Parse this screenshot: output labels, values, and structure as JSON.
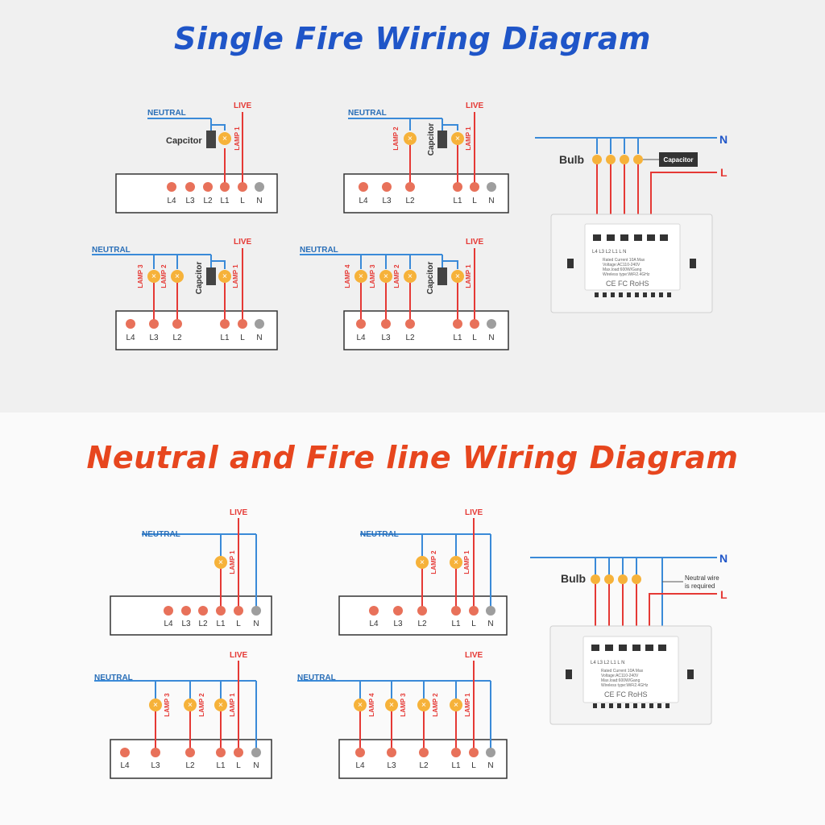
{
  "titles": {
    "single_fire": "Single Fire Wiring Diagram",
    "neutral_fire": "Neutral and Fire line Wiring Diagram"
  },
  "labels": {
    "neutral": "NEUTRAL",
    "live": "LIVE",
    "capacitor_typo": "Capcitor",
    "capacitor": "Capcitor",
    "capacitor_box": "Capacitor",
    "bulb": "Bulb",
    "n": "N",
    "l": "L",
    "neutral_required_line1": "Neutral wire",
    "neutral_required_line2": "is required"
  },
  "terminals": [
    "L4",
    "L3",
    "L2",
    "L1",
    "L",
    "N"
  ],
  "lamps": [
    "LAMP 1",
    "LAMP 2",
    "LAMP 3",
    "LAMP 4"
  ],
  "spec": {
    "terminal_row": "L4  L3  L2  L1  L  N",
    "line1": "Rated Current 10A Max",
    "line2": "Voltage:AC110-240V",
    "line3": "Max.load:600W/Gang",
    "line4": "Wireless type:WiFi2.4GHz",
    "marks": "CE FC RoHS"
  },
  "colors": {
    "blue_title": "#1f55c8",
    "orange_title": "#e7461e",
    "neutral_wire": "#3a8ad8",
    "live_wire": "#e53935",
    "terminal": "#e8715a",
    "terminal_n": "#9e9e9e",
    "lamp": "#f6b23a"
  }
}
